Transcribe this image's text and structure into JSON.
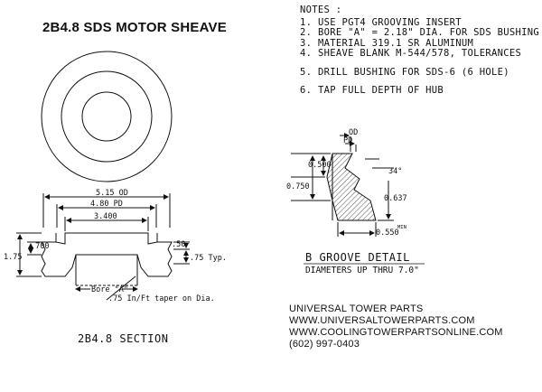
{
  "title": "2B4.8 SDS MOTOR SHEAVE",
  "notes": {
    "header": "NOTES :",
    "items": [
      {
        "num": "1.",
        "text": "USE PGT4 GROOVING INSERT"
      },
      {
        "num": "2.",
        "text": "BORE \"A\" = 2.18\" DIA. FOR SDS BUSHING"
      },
      {
        "num": "3.",
        "text": "MATERIAL 319.1 SR ALUMINUM"
      },
      {
        "num": "4.",
        "text": "SHEAVE BLANK M-544/578, TOLERANCES"
      },
      {
        "num": "5.",
        "text": "DRILL BUSHING FOR SDS-6 (6 HOLE)"
      },
      {
        "num": "6.",
        "text": "TAP FULL DEPTH OF HUB"
      }
    ]
  },
  "section": {
    "dim_od": "5.15 OD",
    "dim_pd": "4.80 PD",
    "dim_hub": "3.400",
    "dim_left_height": ".700",
    "dim_total_height": "1.75",
    "dim_right_top": ".50",
    "dim_right_typ": ".75 Typ.",
    "bore_label": "Bore \"A\"",
    "taper_note": ".75 In/Ft taper on Dia.",
    "caption": "2B4.8 SECTION"
  },
  "groove": {
    "od": "OD",
    "pd": "PD",
    "dim_a": "0.500",
    "dim_b": "0.750",
    "dim_c": "0.637",
    "dim_d": "0.550",
    "dim_d_sup": "MIN",
    "angle": "34°",
    "caption": "B GROOVE DETAIL",
    "subcaption": "DIAMETERS UP THRU 7.0\""
  },
  "contact": {
    "company": "UNIVERSAL TOWER PARTS",
    "site1": "WWW.UNIVERSALTOWERPARTS.COM",
    "site2": "WWW.COOLINGTOWERPARTSONLINE.COM",
    "phone": "(602) 997-0403"
  }
}
